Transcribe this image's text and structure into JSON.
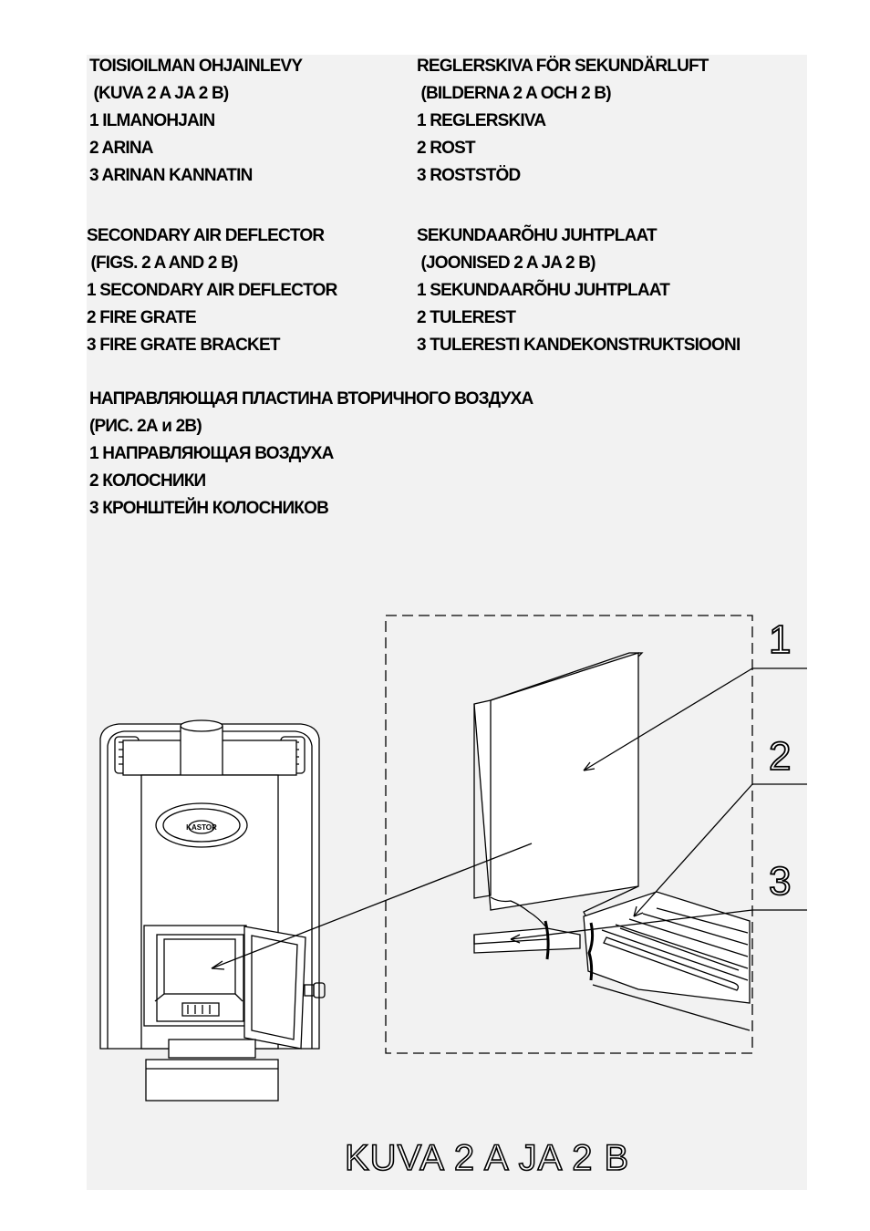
{
  "finnish": {
    "title": "TOISIOILMAN OHJAINLEVY",
    "subtitle": " (KUVA 2 A JA 2 B)",
    "item1": "1 ILMANOHJAIN",
    "item2": "2 ARINA",
    "item3": "3 ARINAN KANNATIN"
  },
  "swedish": {
    "title": "REGLERSKIVA FÖR SEKUNDÄRLUFT",
    "subtitle": " (BILDERNA 2 A OCH 2 B)",
    "item1": "1 REGLERSKIVA",
    "item2": "2 ROST",
    "item3": "3 ROSTSTÖD"
  },
  "english": {
    "title": "SECONDARY AIR DEFLECTOR",
    "subtitle": " (FIGS. 2 A AND 2 B)",
    "item1": "1 SECONDARY AIR DEFLECTOR",
    "item2": "2 FIRE GRATE",
    "item3": "3 FIRE GRATE BRACKET"
  },
  "estonian": {
    "title": "SEKUNDAARÕHU JUHTPLAAT",
    "subtitle": " (JOONISED 2 A JA 2 B)",
    "item1": "1 SEKUNDAARÕHU JUHTPLAAT",
    "item2": "2 TULEREST",
    "item3": "3 TULERESTI KANDEKONSTRUKTSIOONI"
  },
  "russian": {
    "title": "НАПРАВЛЯЮЩАЯ ПЛАСТИНА ВТОРИЧНОГО ВОЗДУХА",
    "subtitle": "(РИС. 2А и 2В)",
    "item1": "1 НАПРАВЛЯЮЩАЯ ВОЗДУХА",
    "item2": "2 КОЛОСНИКИ",
    "item3": "3 КРОНШТЕЙН КОЛОСНИКОВ"
  },
  "figure": {
    "callouts": [
      "1",
      "2",
      "3"
    ],
    "logo_text": "KASTOR",
    "caption": "KUVA 2 A JA 2 B"
  }
}
